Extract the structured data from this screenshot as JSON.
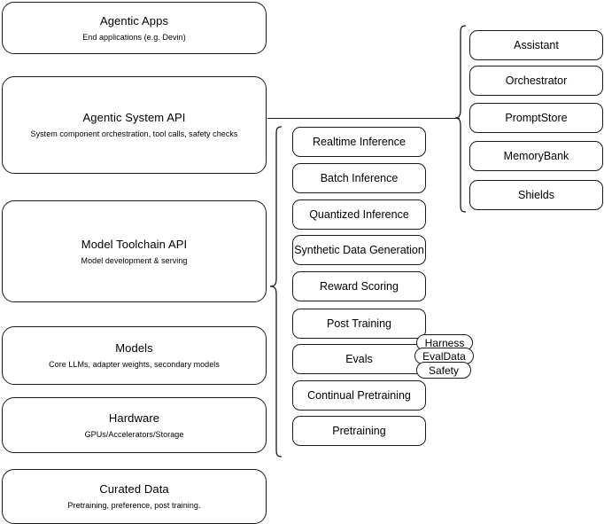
{
  "diagram": {
    "type": "layered-architecture-stack",
    "stack": {
      "label": "platform-layers",
      "layers": [
        {
          "title": "Agentic Apps",
          "subtitle": "End applications (e.g. Devin)"
        },
        {
          "title": "Agentic System API",
          "subtitle": "System component orchestration, tool calls, safety checks"
        },
        {
          "title": "Model Toolchain API",
          "subtitle": "Model development & serving"
        },
        {
          "title": "Models",
          "subtitle": "Core LLMs, adapter weights, secondary models"
        },
        {
          "title": "Hardware",
          "subtitle": "GPUs/Accelerators/Storage"
        },
        {
          "title": "Curated Data",
          "subtitle": "Pretraining, preference, post training."
        }
      ]
    },
    "toolchain_capabilities": {
      "label": "model-toolchain-api-capabilities",
      "items": [
        {
          "label": "Realtime Inference"
        },
        {
          "label": "Batch Inference"
        },
        {
          "label": "Quantized Inference"
        },
        {
          "label": "Synthetic Data Generation"
        },
        {
          "label": "Reward Scoring"
        },
        {
          "label": "Post Training"
        },
        {
          "label": "Evals"
        },
        {
          "label": "Continual Pretraining"
        },
        {
          "label": "Pretraining"
        }
      ]
    },
    "evals_badges": {
      "label": "evals-sub-components",
      "items": [
        {
          "label": "Harness"
        },
        {
          "label": "EvalData"
        },
        {
          "label": "Safety"
        }
      ]
    },
    "system_components": {
      "label": "agentic-system-api-components",
      "items": [
        {
          "label": "Assistant"
        },
        {
          "label": "Orchestrator"
        },
        {
          "label": "PromptStore"
        },
        {
          "label": "MemoryBank"
        },
        {
          "label": "Shields"
        }
      ]
    },
    "colors": {
      "background": "#ffffff",
      "stroke": "#1a1a1a",
      "text": "#000000"
    }
  }
}
